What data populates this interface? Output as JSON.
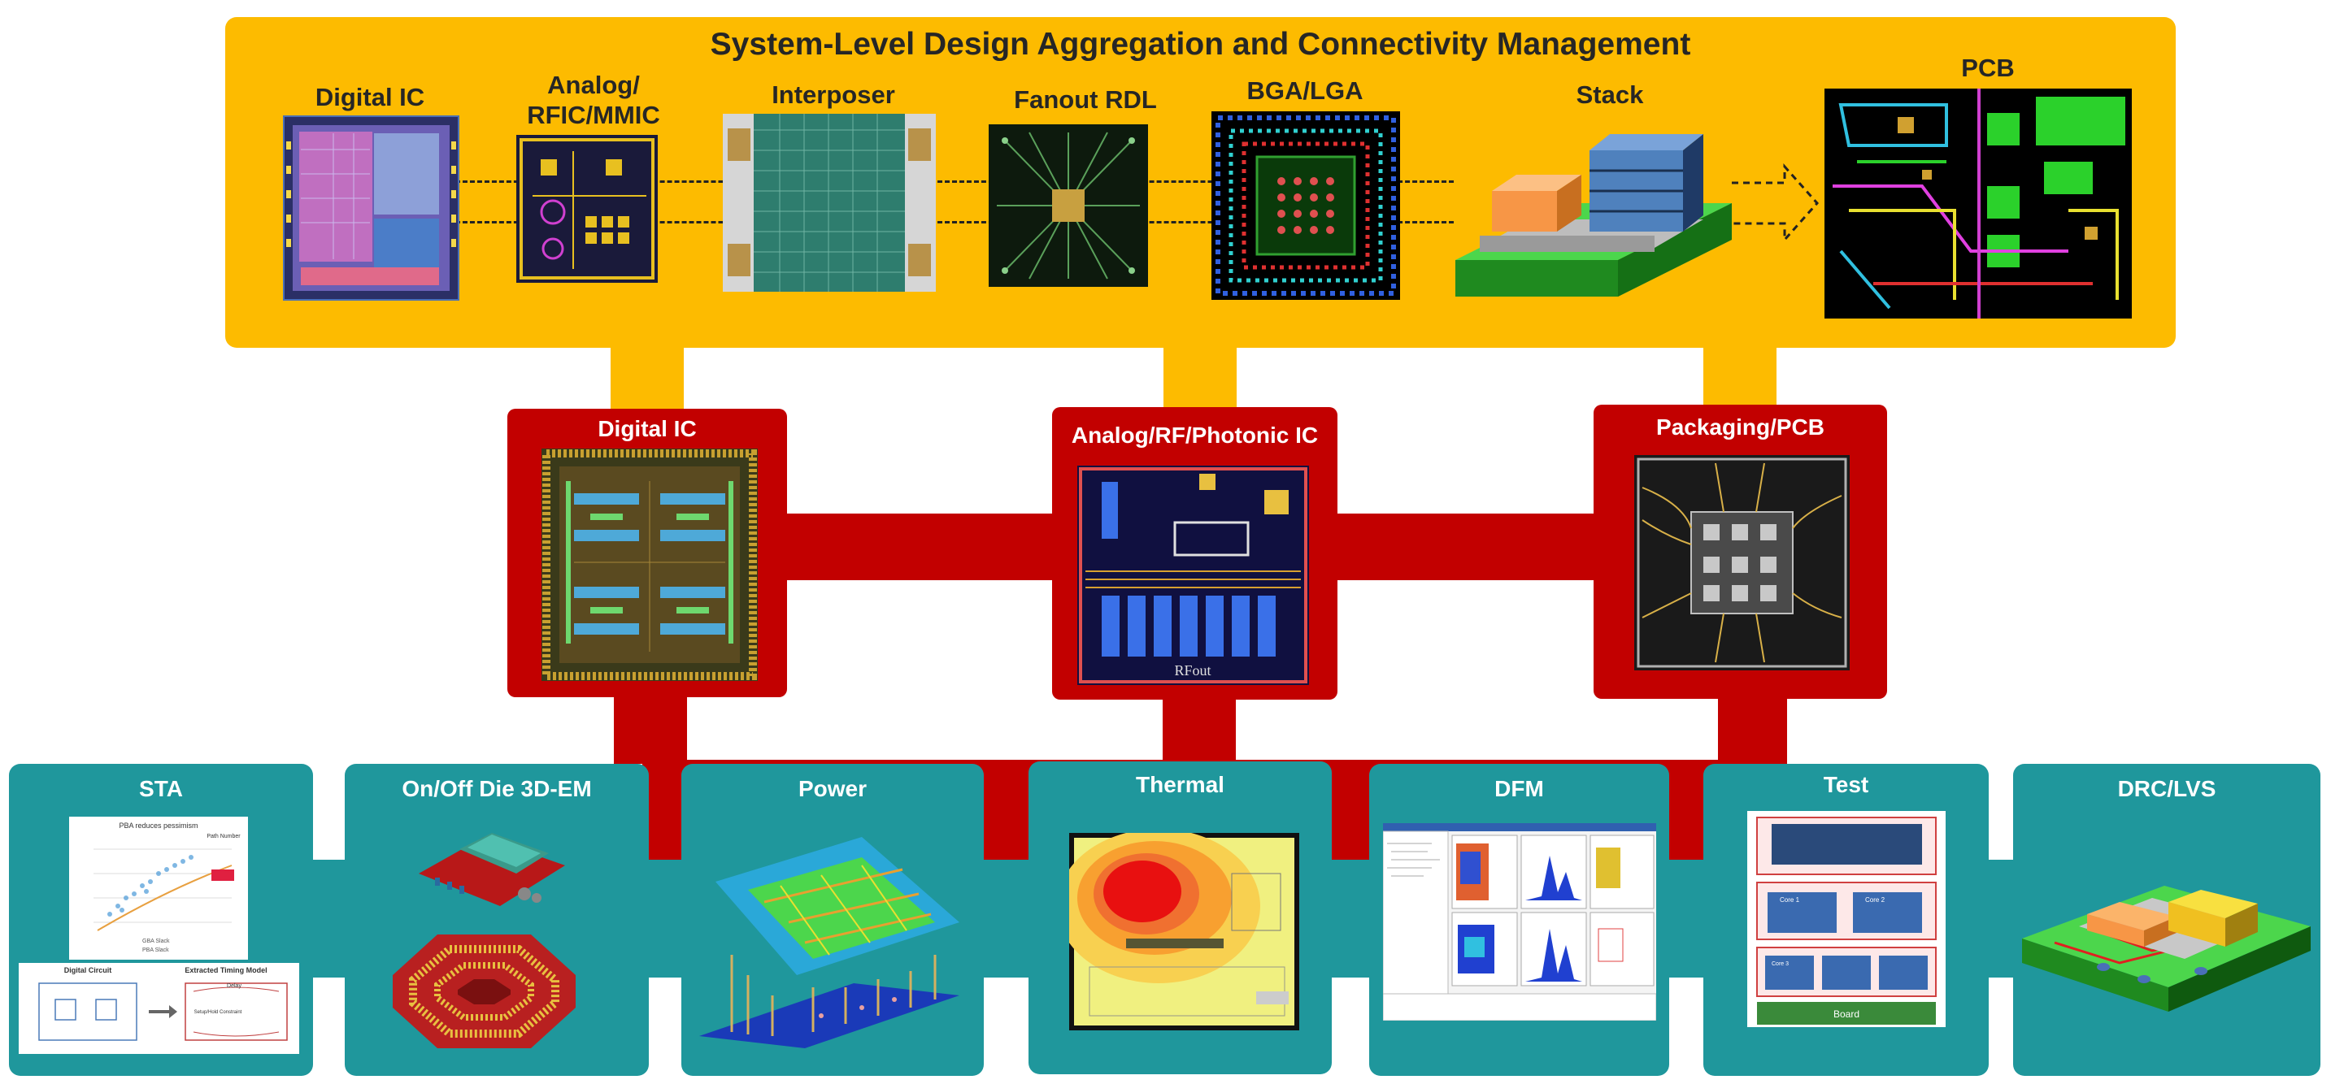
{
  "header": {
    "title": "System-Level Design Aggregation and Connectivity Management"
  },
  "top_items": [
    {
      "label": "Digital IC"
    },
    {
      "label": "Analog/\nRFIC/MMIC"
    },
    {
      "label": "Interposer"
    },
    {
      "label": "Fanout RDL"
    },
    {
      "label": "BGA/LGA"
    },
    {
      "label": "Stack"
    },
    {
      "label": "PCB"
    }
  ],
  "middle_items": [
    {
      "label": "Digital IC"
    },
    {
      "label": "Analog/RF/Photonic IC"
    },
    {
      "label": "Packaging/PCB"
    }
  ],
  "analysis_items": [
    {
      "label": "STA"
    },
    {
      "label": "On/Off Die 3D-EM"
    },
    {
      "label": "Power"
    },
    {
      "label": "Thermal"
    },
    {
      "label": "DFM"
    },
    {
      "label": "Test"
    },
    {
      "label": "DRC/LVS"
    }
  ],
  "embedded_text": {
    "rfout": "RFout",
    "board": "Board",
    "sta_chart_title": "PBA reduces pessimism",
    "sta_chart_legend": "Path Number",
    "sta_circuit_title": "Digital Circuit",
    "sta_model_title": "Extracted Timing Model",
    "sta_delay": "Delay",
    "sta_setup": "Setup/Hold Constraint",
    "sta_series_a": "GBA Slack",
    "sta_series_b": "PBA Slack",
    "test_core_a": "Core 1",
    "test_core_b": "Core 2",
    "test_core_c": "Core 3"
  },
  "colors": {
    "aggregation": "#FDBB00",
    "design_domain": "#C20000",
    "analysis": "#1F979C",
    "pcb_green": "#2BD12B",
    "stack_orange": "#F79646",
    "stack_blue": "#4F81BD"
  }
}
